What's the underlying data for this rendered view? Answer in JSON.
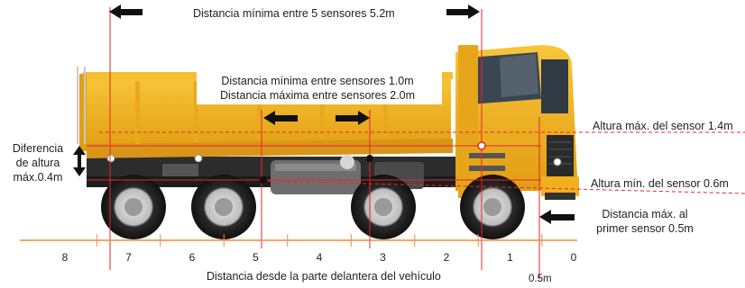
{
  "labels": {
    "min_distance_5_sensors": "Distancia mínima entre 5 sensores 5.2m",
    "min_distance_sensors": "Distancia mínima entre sensores 1.0m",
    "max_distance_sensors": "Distancia máxima entre sensores 2.0m",
    "max_sensor_height": "Altura máx. del sensor 1.4m",
    "min_sensor_height": "Altura mín. del sensor 0.6m",
    "height_diff_line1": "Diferencia",
    "height_diff_line2": "de altura",
    "height_diff_line3": "máx.0.4m",
    "max_first_sensor_line1": "Distancia máx. al",
    "max_first_sensor_line2": "primer sensor 0.5m",
    "axis_caption": "Distancia desde la parte delantera del vehículo",
    "half_meter": "0.5m"
  },
  "axis_ticks": [
    "8",
    "7",
    "6",
    "5",
    "4",
    "3",
    "2",
    "1",
    "0"
  ],
  "colors": {
    "truck_yellow": "#f2b21c",
    "guide_red": "#e8262c",
    "axis_orange": "#f08a3c",
    "arrow_black": "#111111"
  }
}
